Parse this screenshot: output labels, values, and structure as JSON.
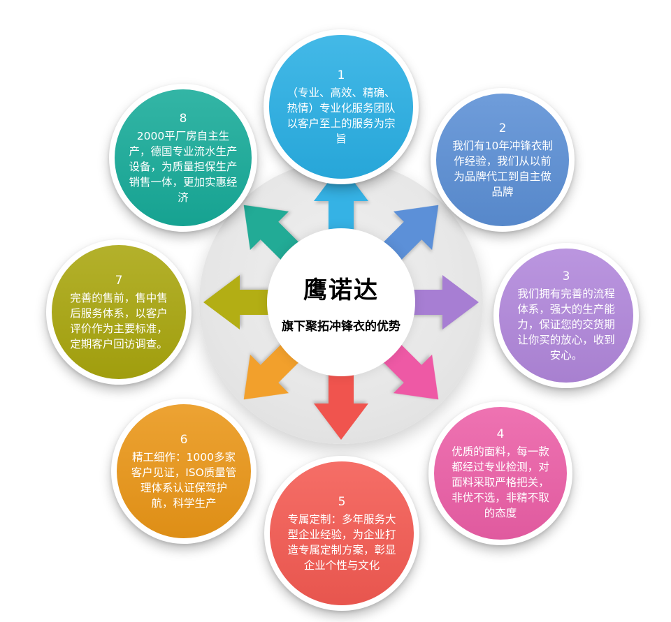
{
  "center": {
    "title": "鹰诺达",
    "subtitle": "旗下聚拓冲锋衣的优势"
  },
  "advantages": [
    {
      "number": "1",
      "text": "（专业、高效、精确、热情）专业化服务团队以客户至上的服务为宗旨",
      "color": "#29afe4",
      "position": "top"
    },
    {
      "number": "2",
      "text": "我们有10年冲锋衣制作经验，我们从以前为品牌代工到自主做品牌",
      "color": "#5b8fd5",
      "position": "top-right"
    },
    {
      "number": "3",
      "text": "我们拥有完善的流程体系，强大的生产能力，保证您的交货期让你买的放心，收到安心。",
      "color": "#b187db",
      "position": "right"
    },
    {
      "number": "4",
      "text": "优质的面料，每一款都经过专业检测，对面料采取严格把关，非优不选，非精不取的态度",
      "color": "#ec5fa7",
      "position": "bottom-right"
    },
    {
      "number": "5",
      "text": "专属定制：多年服务大型企业经验，为企业打造专属定制方案，彰显企业个性与文化",
      "color": "#f45a52",
      "position": "bottom"
    },
    {
      "number": "6",
      "text": "精工细作：1000多家客户见证，ISO质量管理体系认证保驾护航，科学生产",
      "color": "#ea9617",
      "position": "bottom-left"
    },
    {
      "number": "7",
      "text": "完善的售前，售中售后服务体系，以客户评价作为主要标准，定期客户回访调查。",
      "color": "#a9a60e",
      "position": "left"
    },
    {
      "number": "8",
      "text": "2000平厂房自主生产，德国专业流水生产设备，为质量担保生产销售一体，更加实惠经济",
      "color": "#17ab99",
      "position": "top-left"
    }
  ],
  "arrows": [
    {
      "direction": "up",
      "color": "#35b2e5"
    },
    {
      "direction": "up-right",
      "color": "#5c90d8"
    },
    {
      "direction": "right",
      "color": "#a77ed3"
    },
    {
      "direction": "down-right",
      "color": "#ee59a5"
    },
    {
      "direction": "down",
      "color": "#f0544e"
    },
    {
      "direction": "down-left",
      "color": "#f2a02c"
    },
    {
      "direction": "left",
      "color": "#b3ae14"
    },
    {
      "direction": "up-left",
      "color": "#22ab96"
    }
  ]
}
